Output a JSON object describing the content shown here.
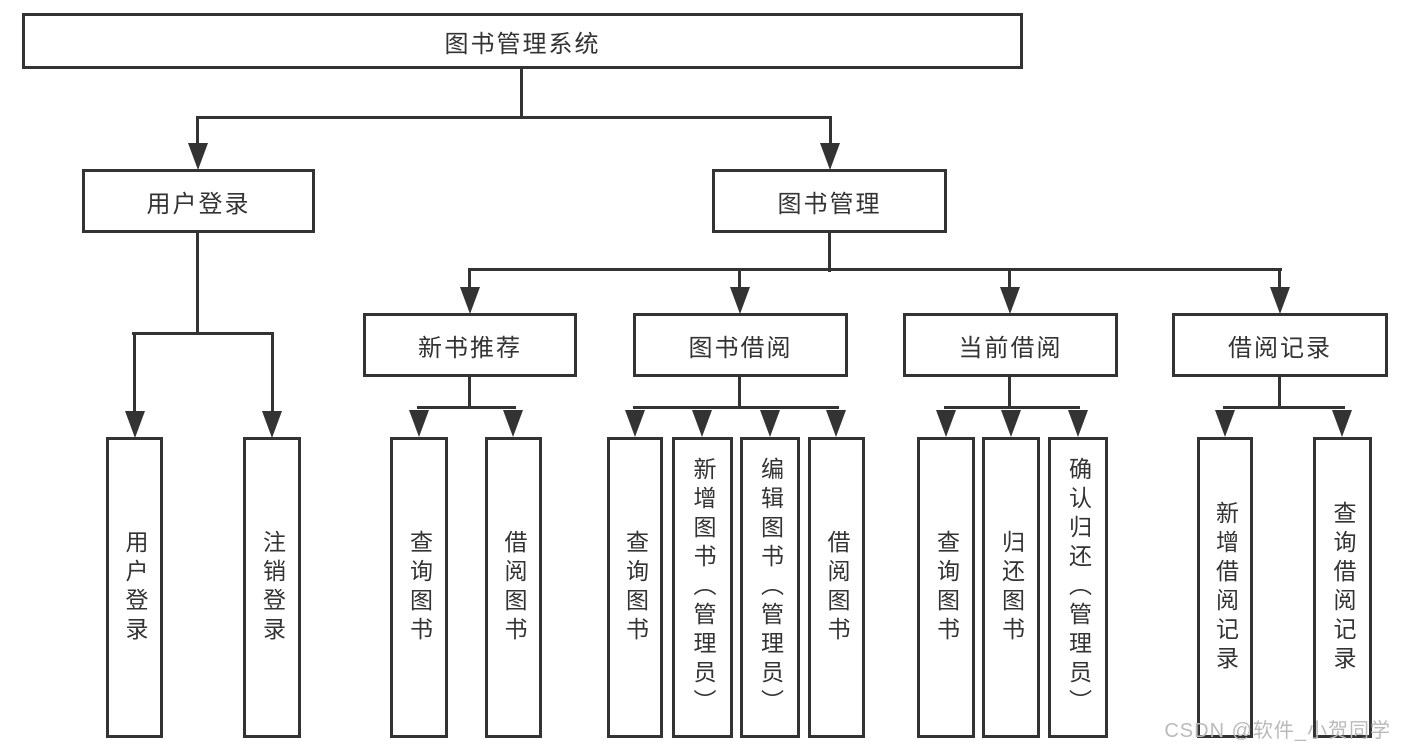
{
  "diagram": {
    "root": {
      "label": "图书管理系统"
    },
    "branches": [
      {
        "label": "用户登录",
        "children": [
          {
            "label": "用户登录"
          },
          {
            "label": "注销登录"
          }
        ]
      },
      {
        "label": "图书管理",
        "children": [
          {
            "label": "新书推荐",
            "children": [
              {
                "label": "查询图书"
              },
              {
                "label": "借阅图书"
              }
            ]
          },
          {
            "label": "图书借阅",
            "children": [
              {
                "label": "查询图书"
              },
              {
                "label": "新增图书（管理员）"
              },
              {
                "label": "编辑图书（管理员）"
              },
              {
                "label": "借阅图书"
              }
            ]
          },
          {
            "label": "当前借阅",
            "children": [
              {
                "label": "查询图书"
              },
              {
                "label": "归还图书"
              },
              {
                "label": "确认归还（管理员）"
              }
            ]
          },
          {
            "label": "借阅记录",
            "children": [
              {
                "label": "新增借阅记录"
              },
              {
                "label": "查询借阅记录"
              }
            ]
          }
        ]
      }
    ]
  },
  "watermark": {
    "text": "CSDN @软件_小贺同学"
  },
  "colors": {
    "line": "#333333",
    "text": "#333333",
    "watermark": "#bababa",
    "background": "#ffffff"
  }
}
